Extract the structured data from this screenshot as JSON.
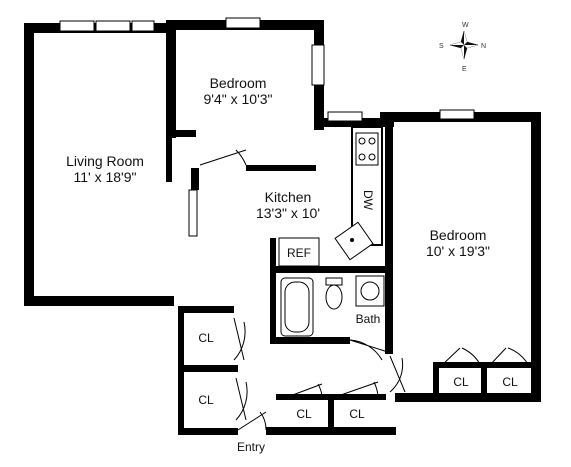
{
  "rooms": {
    "living": {
      "name": "Living Room",
      "dims": "11' x 18'9\""
    },
    "bedroom_small": {
      "name": "Bedroom",
      "dims": "9'4\" x 10'3\""
    },
    "kitchen": {
      "name": "Kitchen",
      "dims": "13'3\" x 10'"
    },
    "bedroom_large": {
      "name": "Bedroom",
      "dims": "10' x 19'3\""
    },
    "bath": {
      "name": "Bath"
    }
  },
  "fixtures": {
    "dishwasher": "DW",
    "refrigerator": "REF"
  },
  "closets": {
    "label": "CL"
  },
  "entry": "Entry",
  "compass": {
    "w": "W",
    "n": "N",
    "s": "S",
    "e": "E"
  }
}
